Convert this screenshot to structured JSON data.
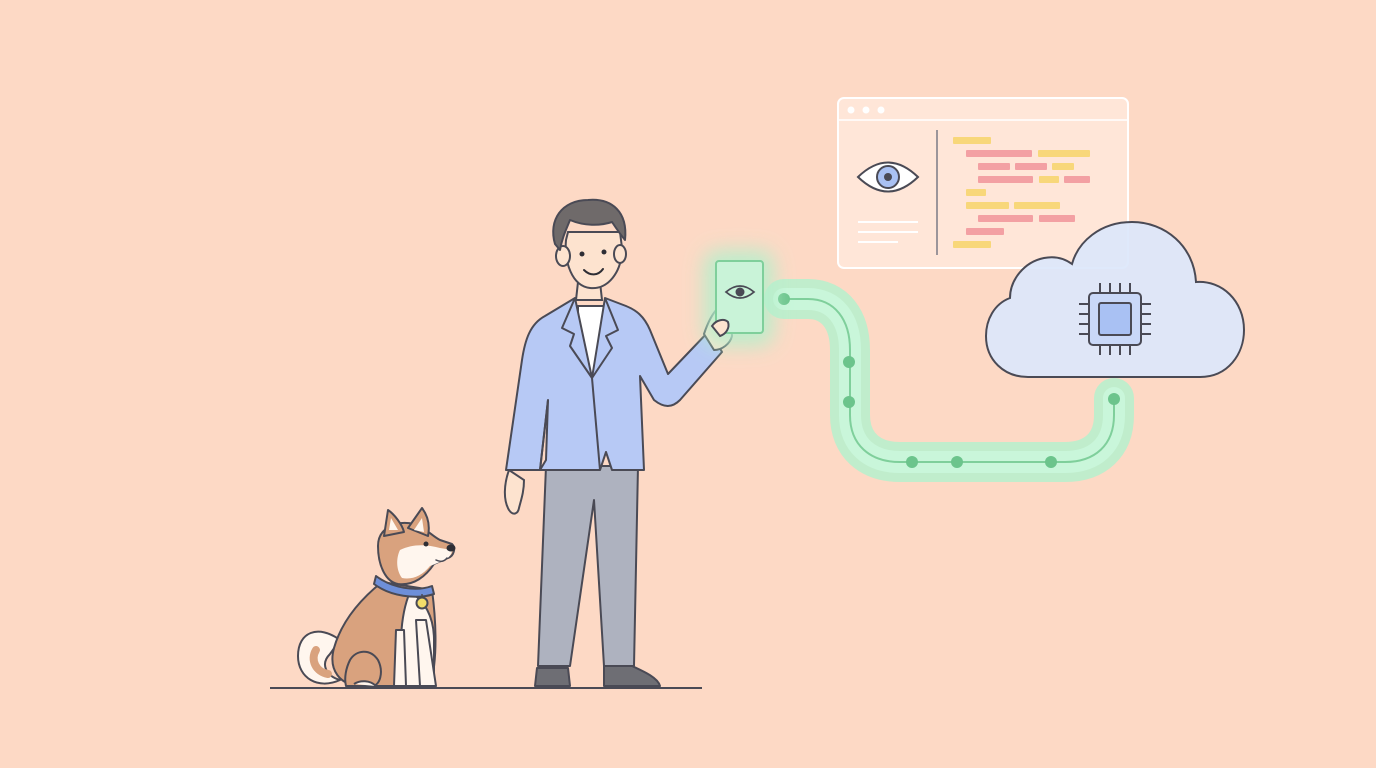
{
  "colors": {
    "background": "#fdd9c5",
    "outline": "#4a4a55",
    "jacket": "#b7c9f5",
    "pants": "#aeb2bf",
    "skin": "#fde3cf",
    "hair": "#6f6a6a",
    "shoes": "#6e6e74",
    "dog_fur": "#d9a27e",
    "dog_white": "#fff6ee",
    "collar": "#6e8fd9",
    "tag": "#f4dd6a",
    "glow": "#b5f0cc",
    "pipeline_line": "#7fcf9b",
    "node": "#6cc48c",
    "phone": "#c9f3d8",
    "cloud": "#dce7fb",
    "chip": "#a9c1f3",
    "window": "#ffe7da",
    "code_red": "#f3a0a3",
    "code_yellow": "#f8d77a",
    "eye_iris": "#a9c1f3"
  },
  "icons": {
    "phone_screen": "eye-icon",
    "window_preview": "eye-icon",
    "cloud_chip": "cpu-chip-icon"
  },
  "elements": {
    "person": "person",
    "dog": "dog",
    "phone": "phone",
    "data_path": "data-pipeline",
    "cloud": "cloud",
    "code_window": "code-window"
  }
}
